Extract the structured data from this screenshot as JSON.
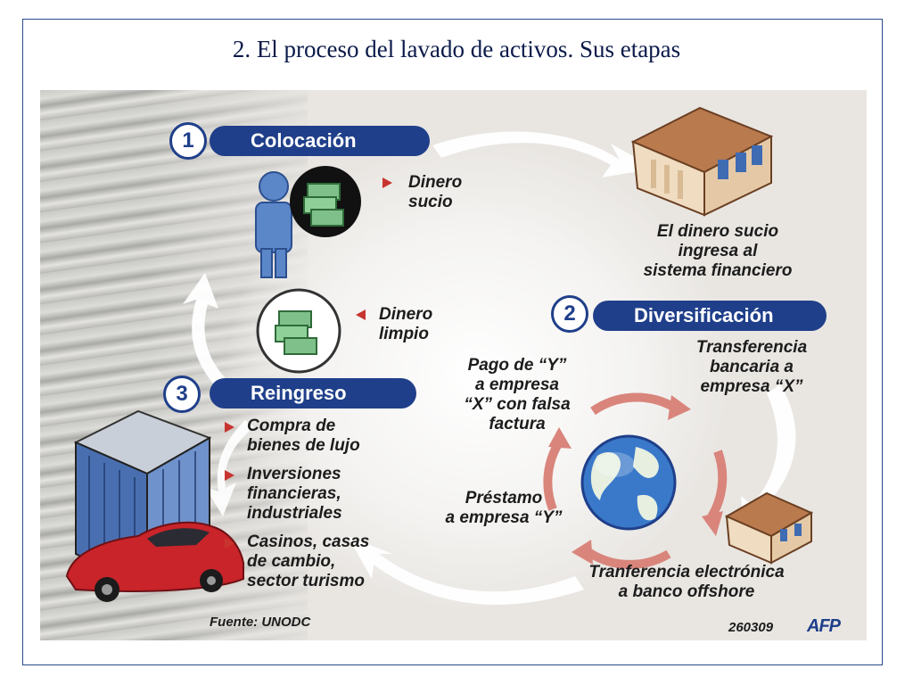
{
  "slide": {
    "title": "2. El proceso del lavado de activos. Sus etapas"
  },
  "steps": [
    {
      "number": "1",
      "label": "Colocación"
    },
    {
      "number": "2",
      "label": "Diversificación"
    },
    {
      "number": "3",
      "label": "Reingreso"
    }
  ],
  "placement": {
    "dirty_money": "Dinero\nsucio",
    "enters_system": "El dinero sucio\ningresa al\nsistema financiero"
  },
  "diversification": {
    "bank_transfer": "Transferencia\nbancaria a\nempresa “X”",
    "payment": "Pago de “Y”\na empresa\n“X” con falsa\nfactura",
    "loan": "Préstamo\na empresa “Y”",
    "offshore": "Tranferencia electrónica\na banco offshore"
  },
  "reintegration": {
    "clean_money": "Dinero\nlimpio",
    "items": [
      "Compra de\nbienes de lujo",
      "Inversiones\nfinancieras,\nindustriales",
      "Casinos, casas\nde cambio,\nsector turismo"
    ]
  },
  "footer": {
    "source": "Fuente: UNODC",
    "code": "260309",
    "agency": "AFP"
  },
  "colors": {
    "navy": "#1f3f8a",
    "arrow_red": "#c8342e",
    "cycle_arrow": "#d9857c"
  }
}
